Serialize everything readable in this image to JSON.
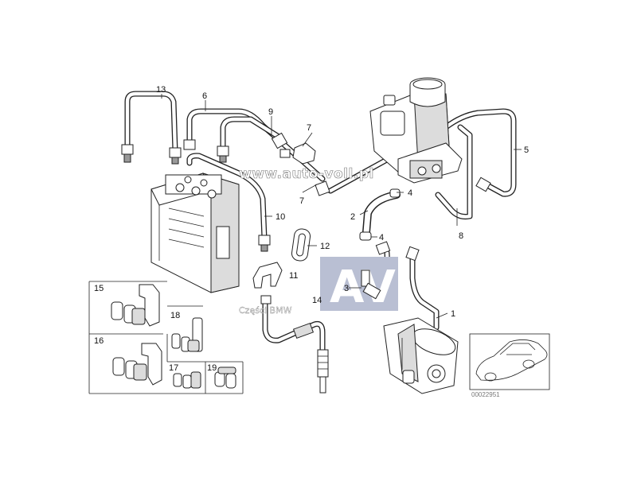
{
  "diagram": {
    "callouts": [
      {
        "id": "13",
        "label": "13"
      },
      {
        "id": "6",
        "label": "6"
      },
      {
        "id": "9",
        "label": "9"
      },
      {
        "id": "7a",
        "label": "7"
      },
      {
        "id": "7b",
        "label": "7"
      },
      {
        "id": "5",
        "label": "5"
      },
      {
        "id": "4a",
        "label": "4"
      },
      {
        "id": "2",
        "label": "2"
      },
      {
        "id": "4b",
        "label": "4"
      },
      {
        "id": "8",
        "label": "8"
      },
      {
        "id": "10",
        "label": "10"
      },
      {
        "id": "12",
        "label": "12"
      },
      {
        "id": "11",
        "label": "11"
      },
      {
        "id": "3",
        "label": "3"
      },
      {
        "id": "14",
        "label": "14"
      },
      {
        "id": "1",
        "label": "1"
      },
      {
        "id": "15",
        "label": "15"
      },
      {
        "id": "18",
        "label": "18"
      },
      {
        "id": "16",
        "label": "16"
      },
      {
        "id": "17",
        "label": "17"
      },
      {
        "id": "19",
        "label": "19"
      }
    ],
    "watermark_url": "www.auto-voll.pl",
    "watermark_brand": "Części BMW",
    "logo_text": "AV",
    "reference_number": "00022951"
  },
  "colors": {
    "background": "#ffffff",
    "line": "#222222",
    "logo_box": "#b9bfd3"
  }
}
